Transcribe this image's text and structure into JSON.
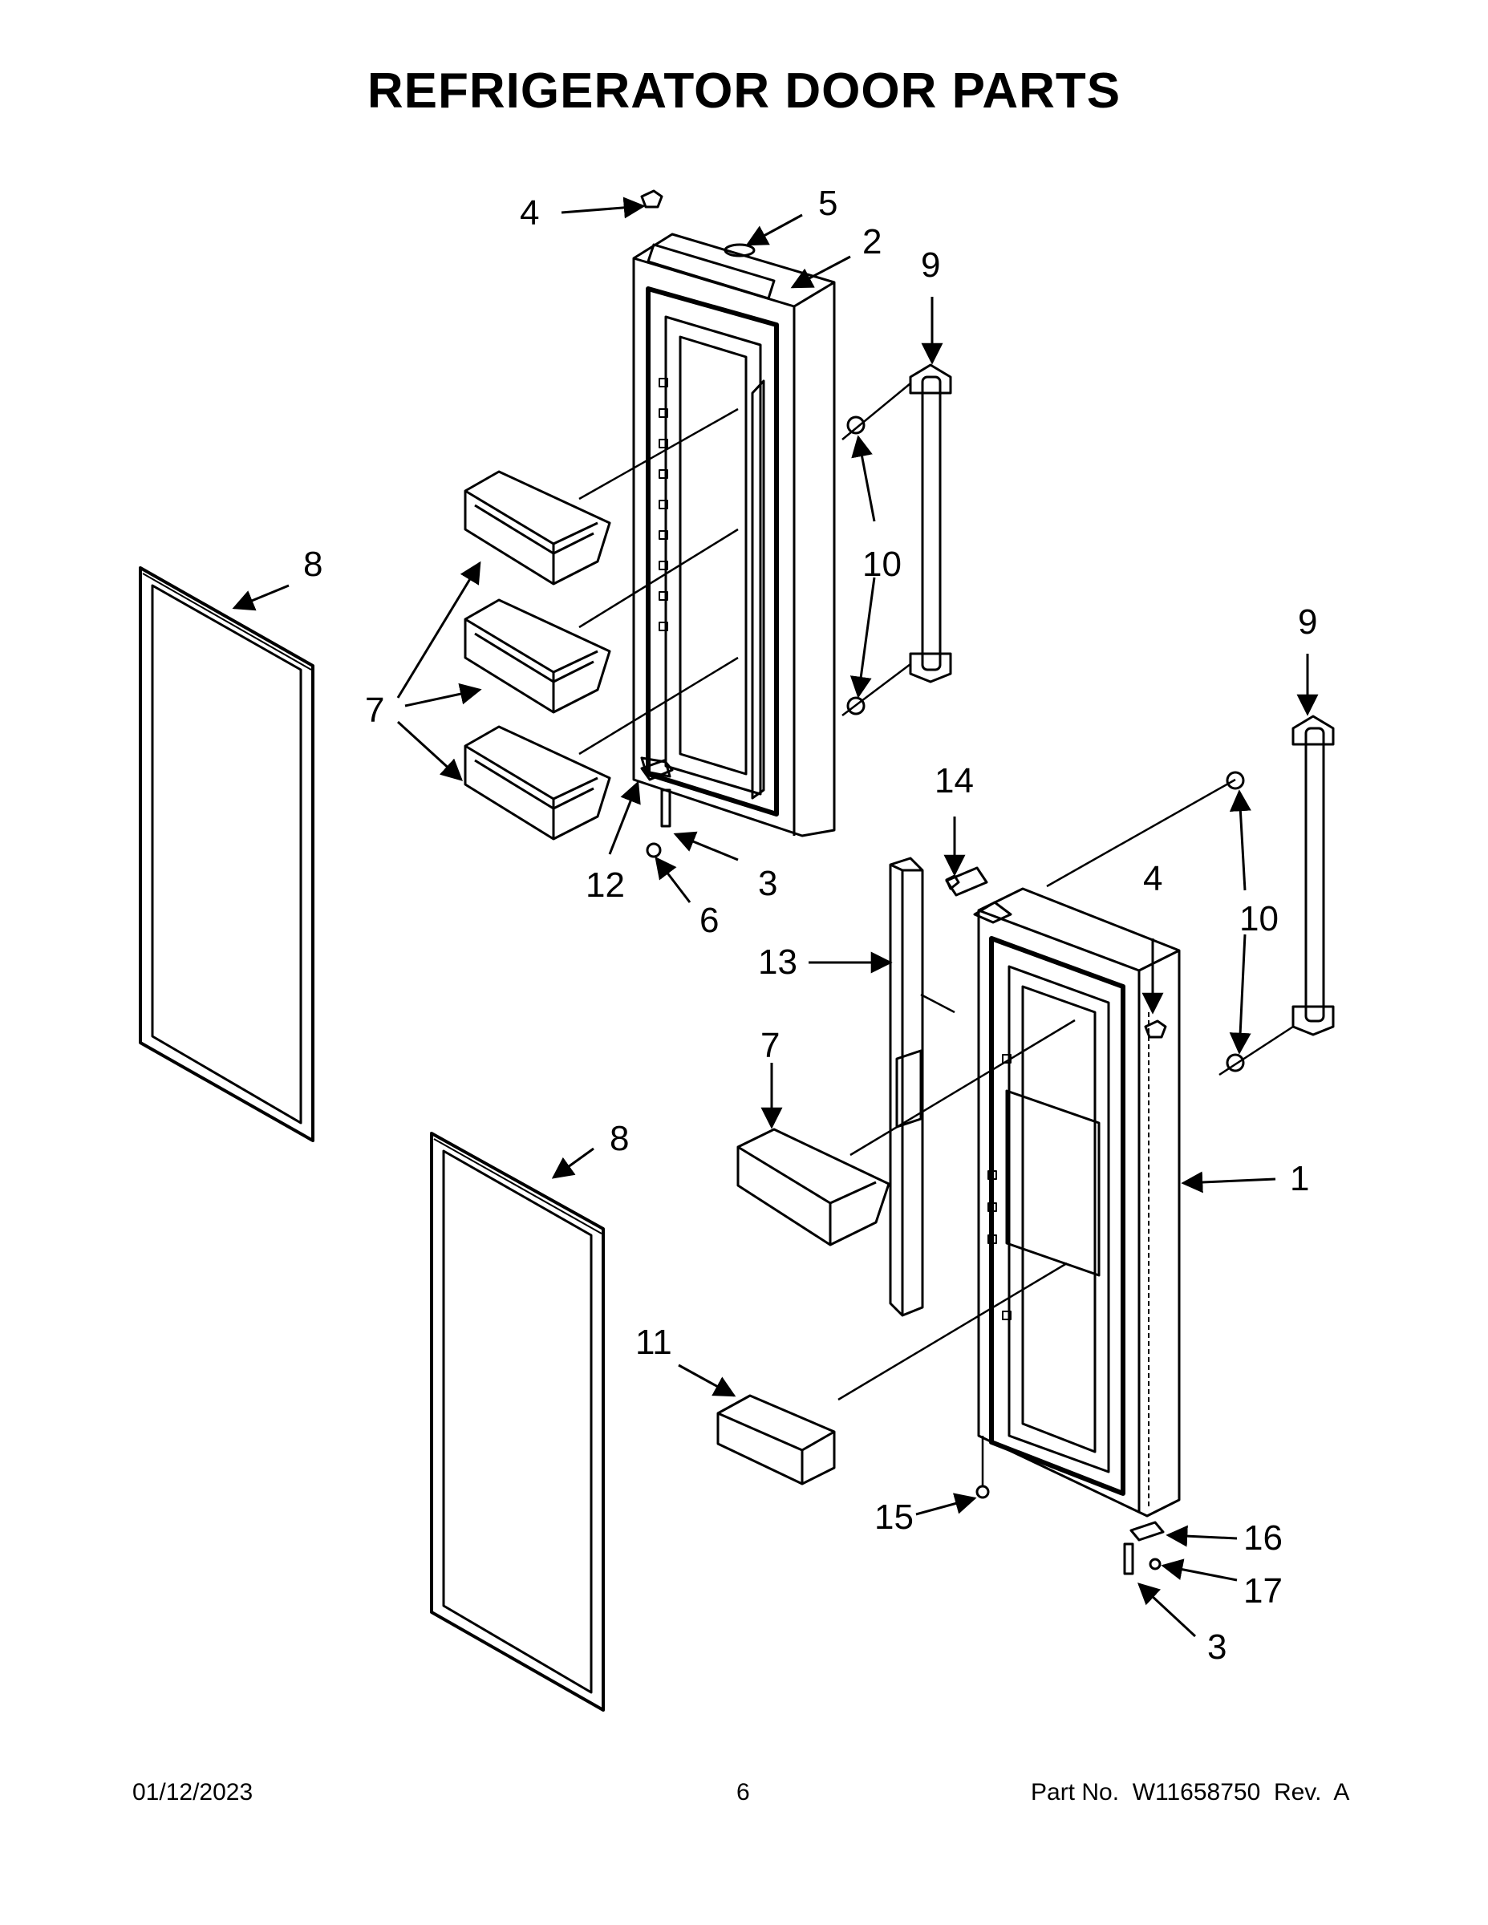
{
  "title": "REFRIGERATOR DOOR PARTS",
  "callouts": [
    "1",
    "2",
    "3",
    "3",
    "4",
    "4",
    "5",
    "6",
    "7",
    "7",
    "8",
    "8",
    "9",
    "9",
    "10",
    "10",
    "11",
    "12",
    "13",
    "14",
    "15",
    "16",
    "17"
  ],
  "footer": {
    "date": "01/12/2023",
    "page": "6",
    "part_no": "Part No.  W11658750  Rev.  A"
  }
}
